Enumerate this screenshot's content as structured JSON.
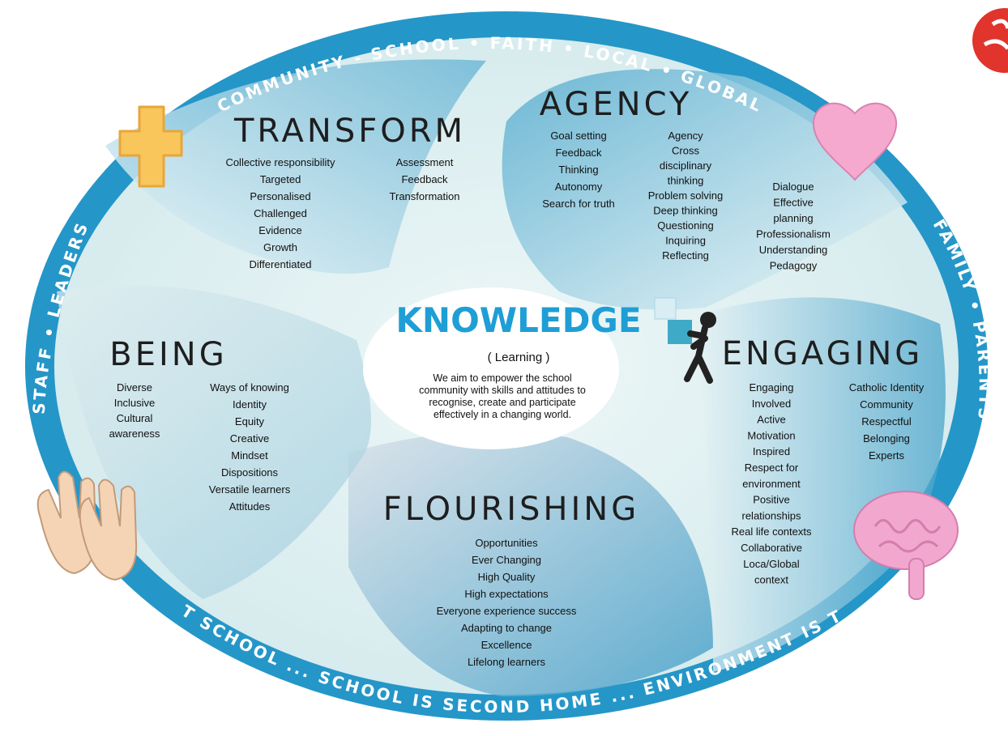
{
  "ring": {
    "top": "COMMUNITY  -  SCHOOL  •  FAITH  •  LOCAL  •  GLOBAL",
    "bottom": "HOME IS FIRST SCHOOL ... SCHOOL IS SECOND HOME ... ENVIRONMENT IS THIRD TEACHER",
    "left": "STAFF  •  LEADERS",
    "right": "FAMILY  •  PARENTS"
  },
  "center": {
    "title": "KNOWLEDGE",
    "subtitle": "( Learning )",
    "lines": [
      "We aim to empower the school",
      "community with skills and attitudes to",
      "recognise, create and participate",
      "effectively in a changing world."
    ]
  },
  "transform": {
    "title": "TRANSFORM",
    "col1": [
      "Collective responsibility",
      "Targeted",
      "Personalised",
      "Challenged",
      "Evidence",
      "Growth",
      "Differentiated"
    ],
    "col2": [
      "Assessment",
      "Feedback",
      "Transformation"
    ]
  },
  "agency": {
    "title": "AGENCY",
    "col1": [
      "Goal setting",
      "Feedback",
      "Thinking",
      "Autonomy",
      "Search for truth"
    ],
    "col2": [
      "Agency",
      "Cross",
      "disciplinary",
      "thinking",
      "Problem solving",
      "Deep thinking",
      "Questioning",
      "Inquiring",
      "Reflecting"
    ],
    "col3": [
      "Dialogue",
      "Effective",
      "planning",
      "Professionalism",
      "Understanding",
      "Pedagogy"
    ]
  },
  "being": {
    "title": "BEING",
    "col1": [
      "Diverse",
      "Inclusive",
      "Cultural",
      "awareness"
    ],
    "col2": [
      "Ways of knowing",
      "Identity",
      "Equity",
      "Creative",
      "Mindset",
      "Dispositions",
      "Versatile learners",
      "Attitudes"
    ]
  },
  "engaging": {
    "title": "ENGAGING",
    "col1": [
      "Engaging",
      "Involved",
      "Active",
      "Motivation",
      "Inspired",
      "Respect for",
      "environment",
      "Positive",
      "relationships",
      "Real life contexts",
      "Collaborative",
      "Loca/Global",
      "context"
    ],
    "col2": [
      "Catholic Identity",
      "Community",
      "Respectful",
      "Belonging",
      "Experts"
    ]
  },
  "flourishing": {
    "title": "FLOURISHING",
    "items": [
      "Opportunities",
      "Ever Changing",
      "High Quality",
      "High expectations",
      "Everyone experience success",
      "Adapting to change",
      "Excellence",
      "Lifelong learners"
    ]
  },
  "icons": [
    "cross-icon",
    "heart-icon",
    "hands-icon",
    "brain-icon",
    "puzzle-figure-icon",
    "logo-icon"
  ],
  "colors": {
    "ring": "#2596c8",
    "center_title": "#1f9ed6",
    "bg_fill": "#dbeef0",
    "petal": "#5fb4d2"
  }
}
